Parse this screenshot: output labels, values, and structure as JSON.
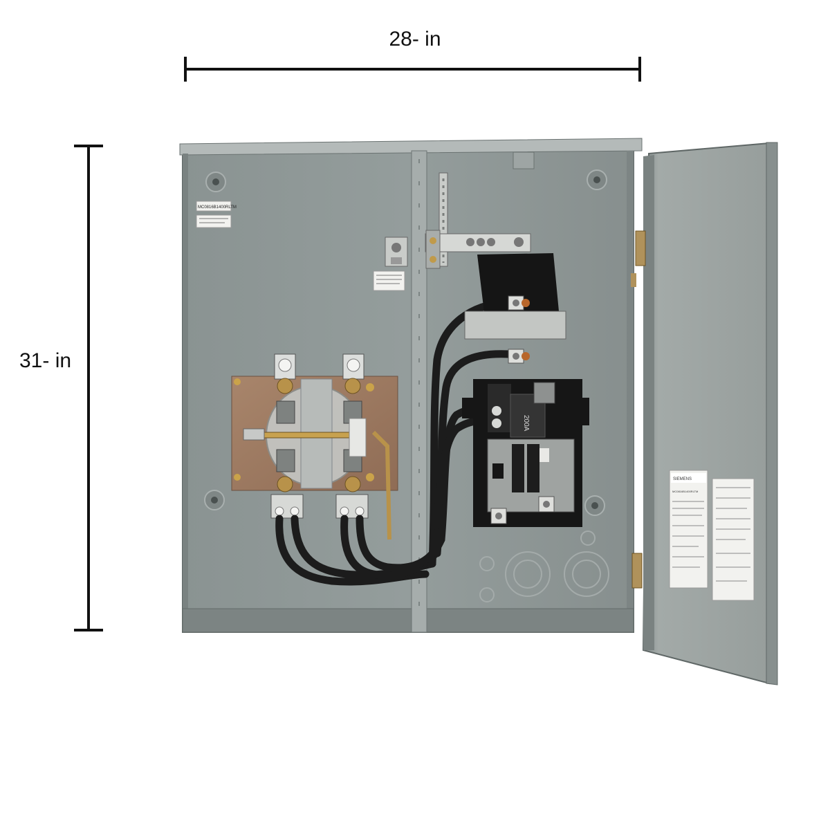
{
  "dimensions": {
    "width_label": "28- in",
    "height_label": "31- in"
  },
  "panel": {
    "left_label_1": "MC0816B1400RLTM",
    "breaker_rating": "200A",
    "door_brand": "SIEMENS",
    "door_model": "MC0816B1400RLTM"
  },
  "colors": {
    "enclosure": "#8e9796",
    "enclosure_dark": "#6f7776",
    "door": "#9aa19f",
    "copper_plate": "#a07d64",
    "cable": "#1c1c1c",
    "breaker_body": "#161616"
  }
}
